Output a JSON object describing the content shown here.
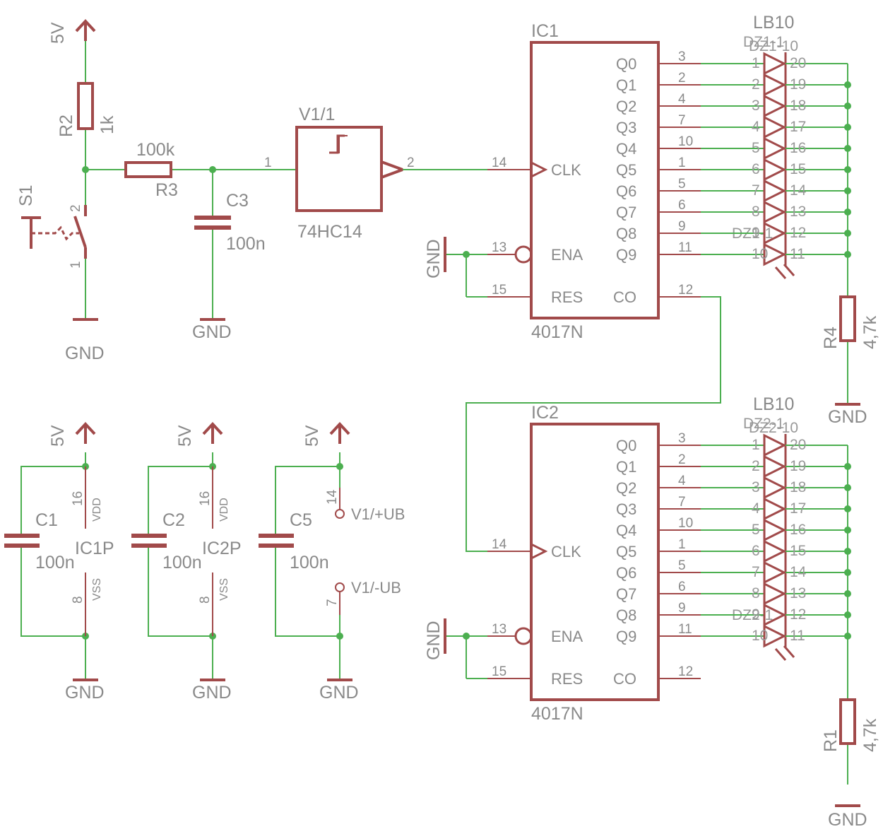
{
  "power": {
    "v5": "5V",
    "gnd": "GND"
  },
  "resistors": {
    "r2": {
      "name": "R2",
      "value": "1k"
    },
    "r3": {
      "name": "R3",
      "value": "100k"
    },
    "r4": {
      "name": "R4",
      "value": "4,7k"
    },
    "r1": {
      "name": "R1",
      "value": "4,7k"
    }
  },
  "capacitors": {
    "c3": {
      "name": "C3",
      "value": "100n"
    },
    "c1": {
      "name": "C1",
      "value": "100n"
    },
    "c2": {
      "name": "C2",
      "value": "100n"
    },
    "c5": {
      "name": "C5",
      "value": "100n"
    }
  },
  "switch": {
    "name": "S1",
    "pin1": "1",
    "pin2": "2"
  },
  "inverter": {
    "name": "V1/1",
    "part": "74HC14",
    "pin_in": "1",
    "pin_out": "2",
    "supply_pos": "V1/+UB",
    "supply_neg": "V1/-UB",
    "supply_pos_pin": "14",
    "supply_neg_pin": "7"
  },
  "counters": [
    {
      "name": "IC1",
      "part": "4017N",
      "outputs": [
        "Q0",
        "Q1",
        "Q2",
        "Q3",
        "Q4",
        "Q5",
        "Q6",
        "Q7",
        "Q8",
        "Q9"
      ],
      "output_pins": [
        "3",
        "2",
        "4",
        "7",
        "10",
        "1",
        "5",
        "6",
        "9",
        "11"
      ],
      "clk_label": "CLK",
      "clk_pin": "14",
      "ena_label": "ENA",
      "ena_pin": "13",
      "res_label": "RES",
      "res_pin": "15",
      "co_label": "CO",
      "co_pin": "12"
    },
    {
      "name": "IC2",
      "part": "4017N",
      "outputs": [
        "Q0",
        "Q1",
        "Q2",
        "Q3",
        "Q4",
        "Q5",
        "Q6",
        "Q7",
        "Q8",
        "Q9"
      ],
      "output_pins": [
        "3",
        "2",
        "4",
        "7",
        "10",
        "1",
        "5",
        "6",
        "9",
        "11"
      ],
      "clk_label": "CLK",
      "clk_pin": "14",
      "ena_label": "ENA",
      "ena_pin": "13",
      "res_label": "RES",
      "res_pin": "15",
      "co_label": "CO",
      "co_pin": "12"
    }
  ],
  "led_bars": [
    {
      "name": "LB10",
      "part_labels": [
        "DZ1-1",
        "DZ1-10"
      ],
      "anode_pins": [
        "1",
        "2",
        "3",
        "4",
        "5",
        "6",
        "7",
        "8",
        "9",
        "10"
      ],
      "cathode_pins": [
        "20",
        "19",
        "18",
        "17",
        "16",
        "15",
        "14",
        "13",
        "12",
        "11"
      ]
    },
    {
      "name": "LB10",
      "part_labels": [
        "DZ2-1",
        "DZ2-10"
      ],
      "anode_pins": [
        "1",
        "2",
        "3",
        "4",
        "5",
        "6",
        "7",
        "8",
        "9",
        "10"
      ],
      "cathode_pins": [
        "20",
        "19",
        "18",
        "17",
        "16",
        "15",
        "14",
        "13",
        "12",
        "11"
      ]
    }
  ],
  "supply_parts": [
    {
      "name": "IC1P",
      "vdd_label": "VDD",
      "vss_label": "VSS",
      "vdd_pin": "16",
      "vss_pin": "8"
    },
    {
      "name": "IC2P",
      "vdd_label": "VDD",
      "vss_label": "VSS",
      "vdd_pin": "16",
      "vss_pin": "8"
    }
  ],
  "colors": {
    "wire": "#4caf50",
    "symbol": "#a14a4a",
    "text": "#8a8a8a"
  }
}
